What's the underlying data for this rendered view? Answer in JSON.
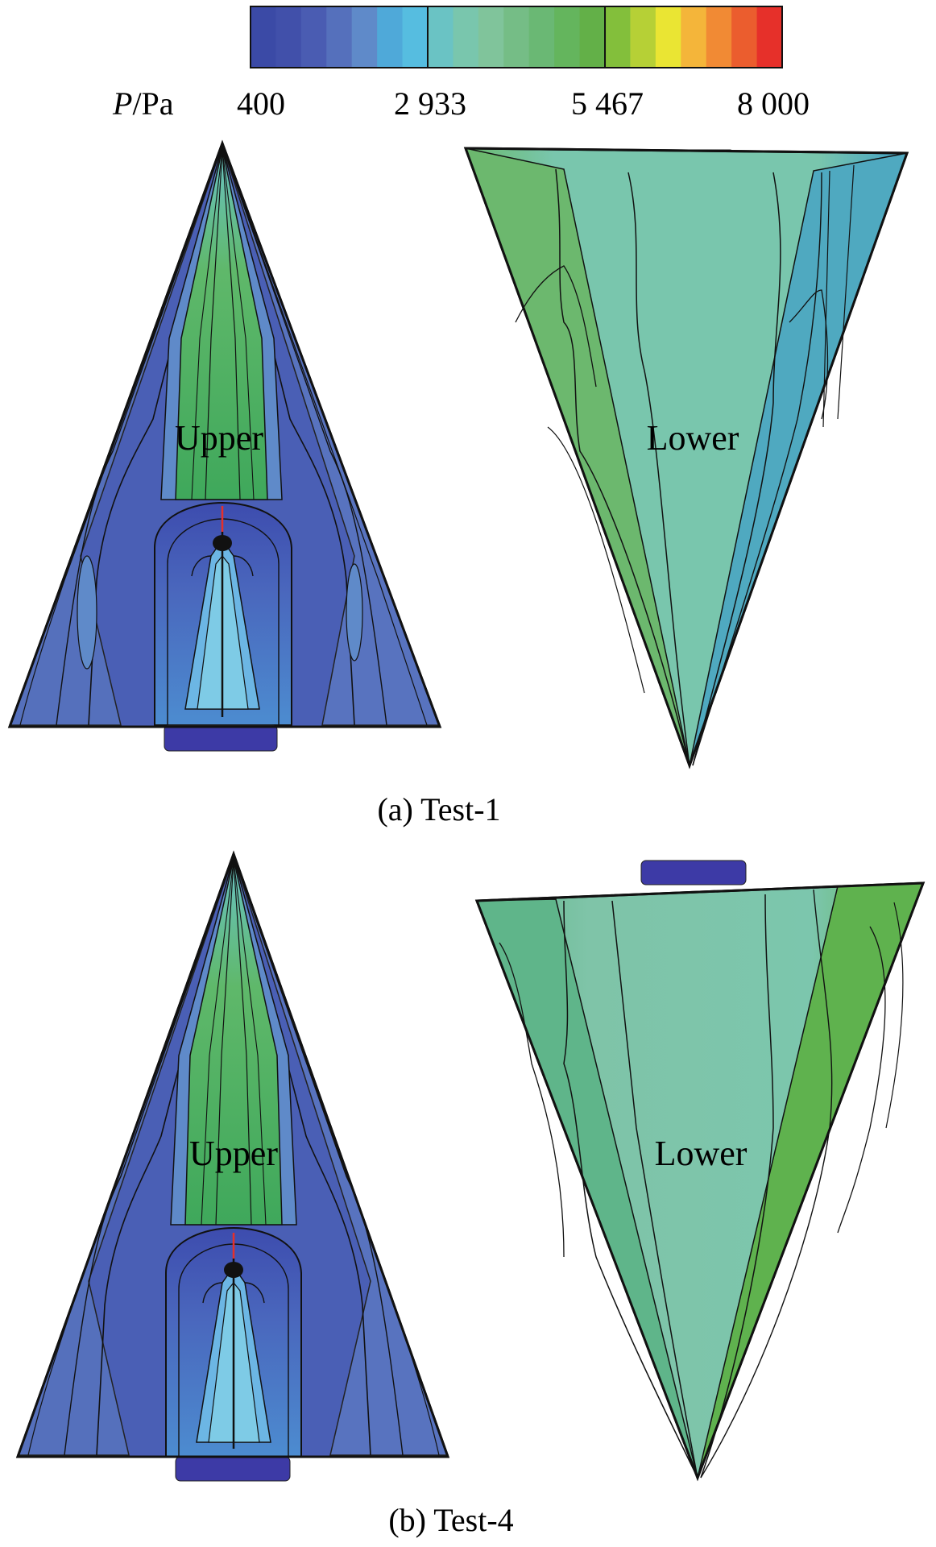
{
  "colorbar": {
    "quantity_italic": "P",
    "quantity_unit": "/Pa",
    "min": 400,
    "max": 8000,
    "tick_labels": [
      "400",
      "2 933",
      "5 467",
      "8 000"
    ],
    "tick_values": [
      400,
      2933,
      5467,
      8000
    ],
    "levels": 21,
    "colors": [
      "#3b4aa6",
      "#4150aa",
      "#4a5cb2",
      "#5570bc",
      "#5f8ac9",
      "#4fa9d9",
      "#56bde0",
      "#6ac3c4",
      "#79c6ad",
      "#80c49b",
      "#75bd86",
      "#6ab874",
      "#64b55d",
      "#63b048",
      "#83bf3b",
      "#b6d036",
      "#eae533",
      "#f4b53a",
      "#f18a34",
      "#eb5d2e",
      "#e6302a"
    ]
  },
  "panels": [
    {
      "caption": "(a) Test-1",
      "upper_label": "Upper",
      "lower_label": "Lower"
    },
    {
      "caption": "(b) Test-4",
      "upper_label": "Upper",
      "lower_label": "Lower"
    }
  ]
}
